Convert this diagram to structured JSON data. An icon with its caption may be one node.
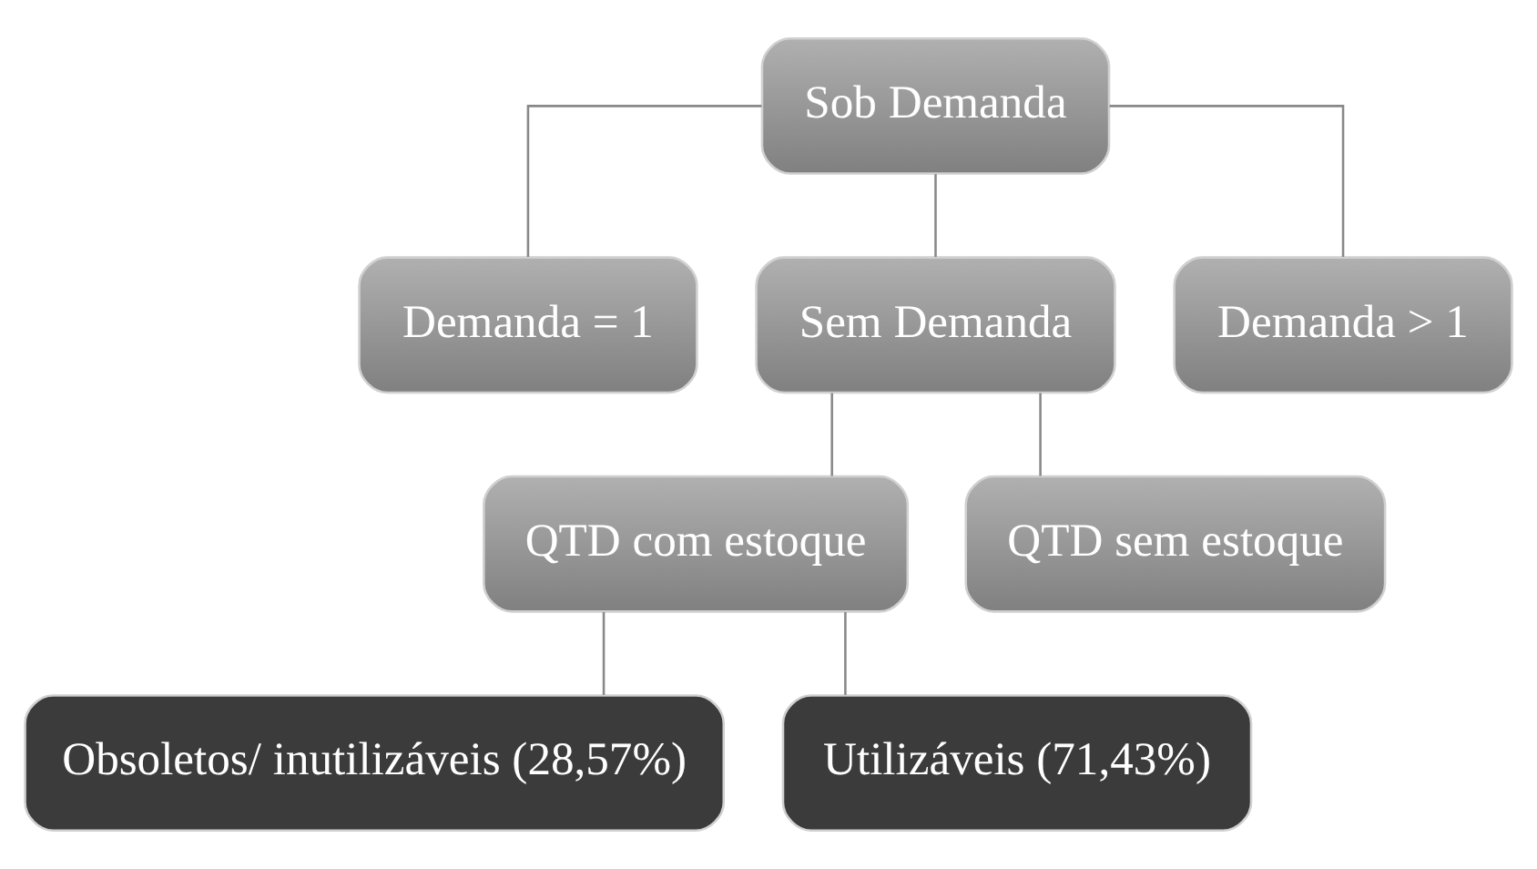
{
  "diagram": {
    "nodes": [
      {
        "text": [
          "Sob Demanda"
        ]
      },
      {
        "text": [
          "Demanda = 1"
        ]
      },
      {
        "text": [
          "Sem Demanda"
        ]
      },
      {
        "text": [
          "Demanda > 1"
        ]
      },
      {
        "text": [
          "QTD com estoque"
        ]
      },
      {
        "text": [
          "QTD sem estoque"
        ]
      },
      {
        "text": [
          "Obsoletos/ inutilizáveis (28,57%)"
        ]
      },
      {
        "text": [
          "Utilizáveis (71,43%)"
        ]
      }
    ],
    "edges": [
      {
        "from": 0,
        "to": 1,
        "arrow": "none"
      },
      {
        "from": 0,
        "to": 2,
        "arrow": "none"
      },
      {
        "from": 0,
        "to": 3,
        "arrow": "none"
      },
      {
        "from": 2,
        "to": 4,
        "arrow": "none"
      },
      {
        "from": 2,
        "to": 5,
        "arrow": "none"
      },
      {
        "from": 4,
        "to": 6,
        "arrow": "none"
      },
      {
        "from": 4,
        "to": 7,
        "arrow": "none"
      }
    ]
  }
}
